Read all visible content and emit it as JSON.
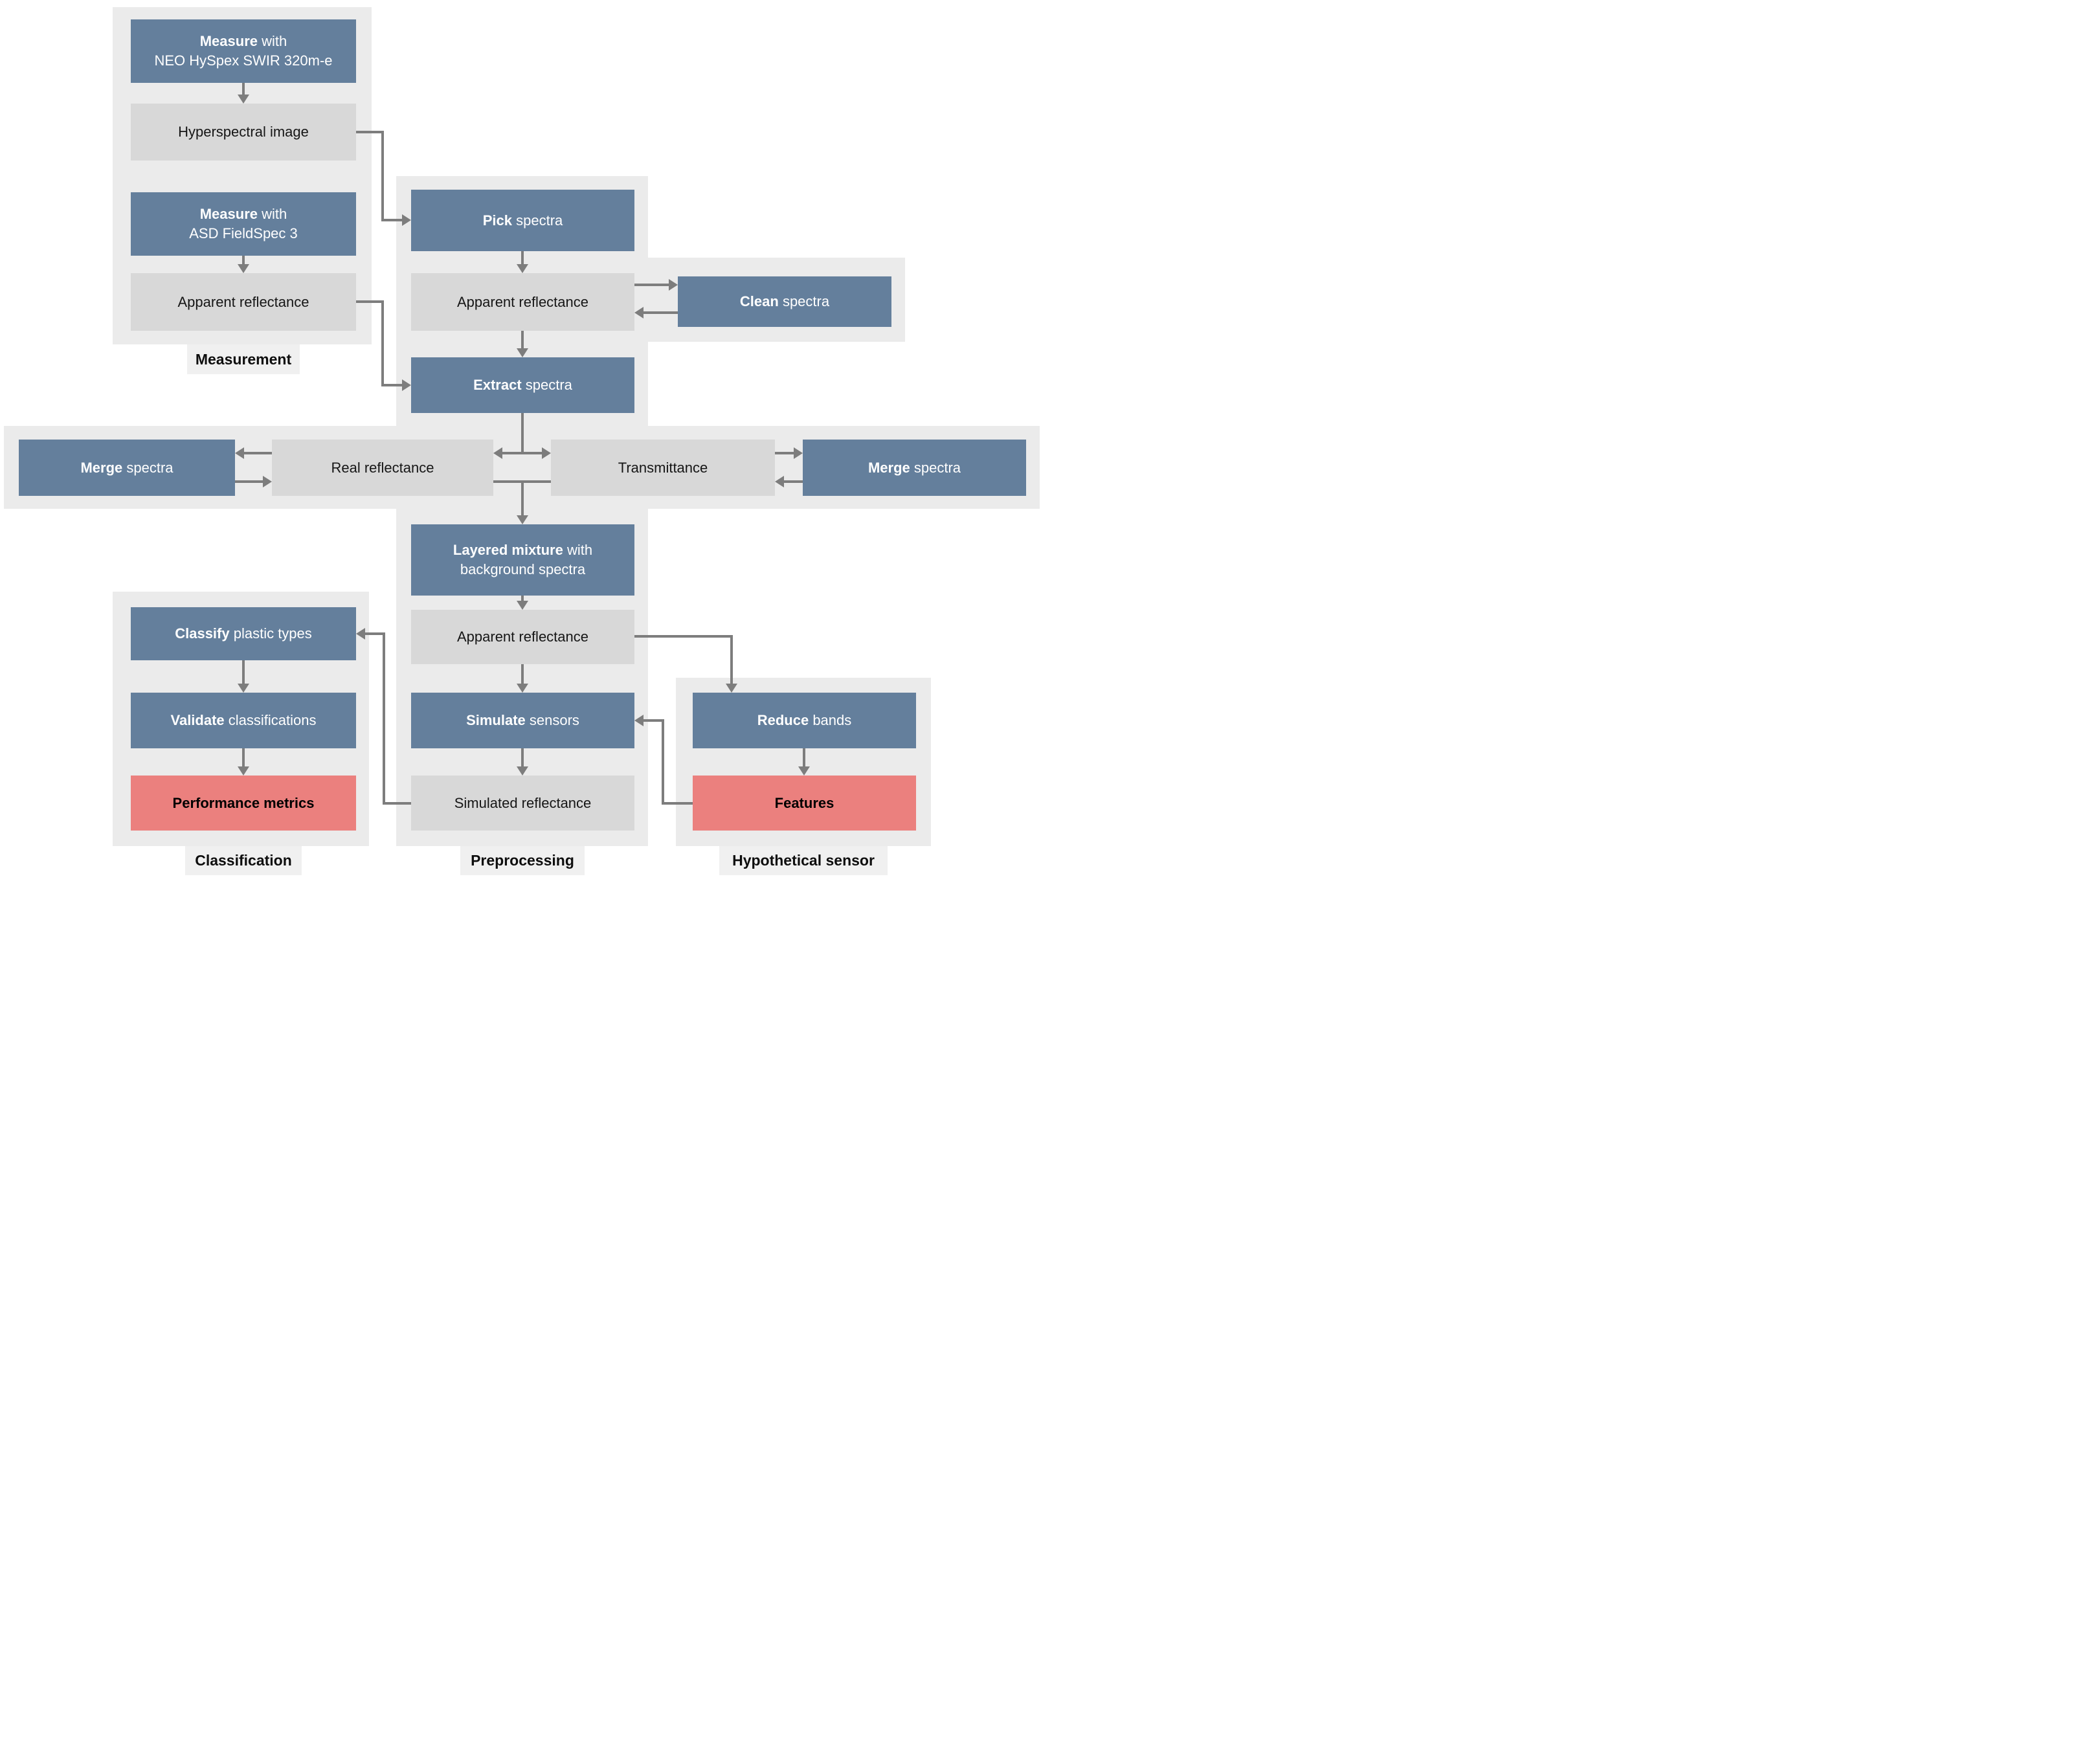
{
  "colors": {
    "process": "#647f9c",
    "data": "#d8d8d8",
    "result": "#eb807e",
    "panel": "#ebebeb",
    "tab": "#f0f0f0",
    "arrow": "#7d7d7d",
    "text_on_process": "#ffffff",
    "text_on_data": "#161616",
    "text_on_result": "#000000"
  },
  "groups": {
    "measurement": "Measurement",
    "preprocessing": "Preprocessing",
    "classification": "Classification",
    "hypothetical_sensor": "Hypothetical sensor"
  },
  "nodes": {
    "measure_hyspex": {
      "bold": "Measure",
      "rest": " with",
      "line2": "NEO HySpex SWIR 320m-e"
    },
    "hyperspectral_image": {
      "text": "Hyperspectral image"
    },
    "measure_asd": {
      "bold": "Measure",
      "rest": " with",
      "line2": "ASD FieldSpec 3"
    },
    "apparent_reflectance_measured": {
      "text": "Apparent reflectance"
    },
    "pick_spectra": {
      "bold": "Pick",
      "rest": " spectra"
    },
    "apparent_reflectance_picked": {
      "text": "Apparent reflectance"
    },
    "clean_spectra": {
      "bold": "Clean",
      "rest": " spectra"
    },
    "extract_spectra": {
      "bold": "Extract",
      "rest": " spectra"
    },
    "merge_spectra_reflectance": {
      "bold": "Merge",
      "rest": " spectra"
    },
    "real_reflectance": {
      "text": "Real reflectance"
    },
    "transmittance": {
      "text": "Transmittance"
    },
    "merge_spectra_transmittance": {
      "bold": "Merge",
      "rest": " spectra"
    },
    "layered_mixture": {
      "bold": "Layered mixture",
      "rest": " with",
      "line2": "background spectra"
    },
    "apparent_reflectance_mixed": {
      "text": "Apparent reflectance"
    },
    "simulate_sensors": {
      "bold": "Simulate",
      "rest": " sensors"
    },
    "simulated_reflectance": {
      "text": "Simulated reflectance"
    },
    "classify_plastic": {
      "bold": "Classify",
      "rest": " plastic types"
    },
    "validate_classifications": {
      "bold": "Validate",
      "rest": " classifications"
    },
    "performance_metrics": {
      "text": "Performance metrics"
    },
    "reduce_bands": {
      "bold": "Reduce",
      "rest": " bands"
    },
    "features": {
      "text": "Features"
    }
  }
}
